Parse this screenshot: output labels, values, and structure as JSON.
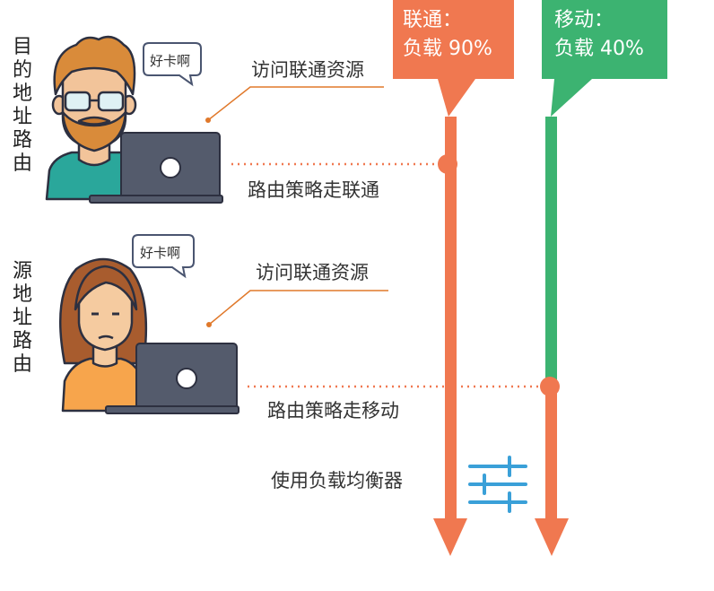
{
  "isps": [
    {
      "name": "联通：",
      "load": "负载 90%",
      "color": "#f07850"
    },
    {
      "name": "移动：",
      "load": "负载 40%",
      "color": "#3cb371"
    }
  ],
  "users": [
    {
      "side_label": "目的地址路由",
      "bubble": "好卡啊",
      "access": "访问联通资源",
      "route": "路由策略走联通"
    },
    {
      "side_label": "源地址路由",
      "bubble": "好卡啊",
      "access": "访问联通资源",
      "route": "路由策略走移动"
    }
  ],
  "balancer": {
    "label": "使用负载均衡器",
    "icon": "sliders-icon",
    "color": "#3aa0d8"
  },
  "colors": {
    "dotted": "#f07850",
    "laptop": "#545b6c",
    "leader": "#e0782a"
  }
}
